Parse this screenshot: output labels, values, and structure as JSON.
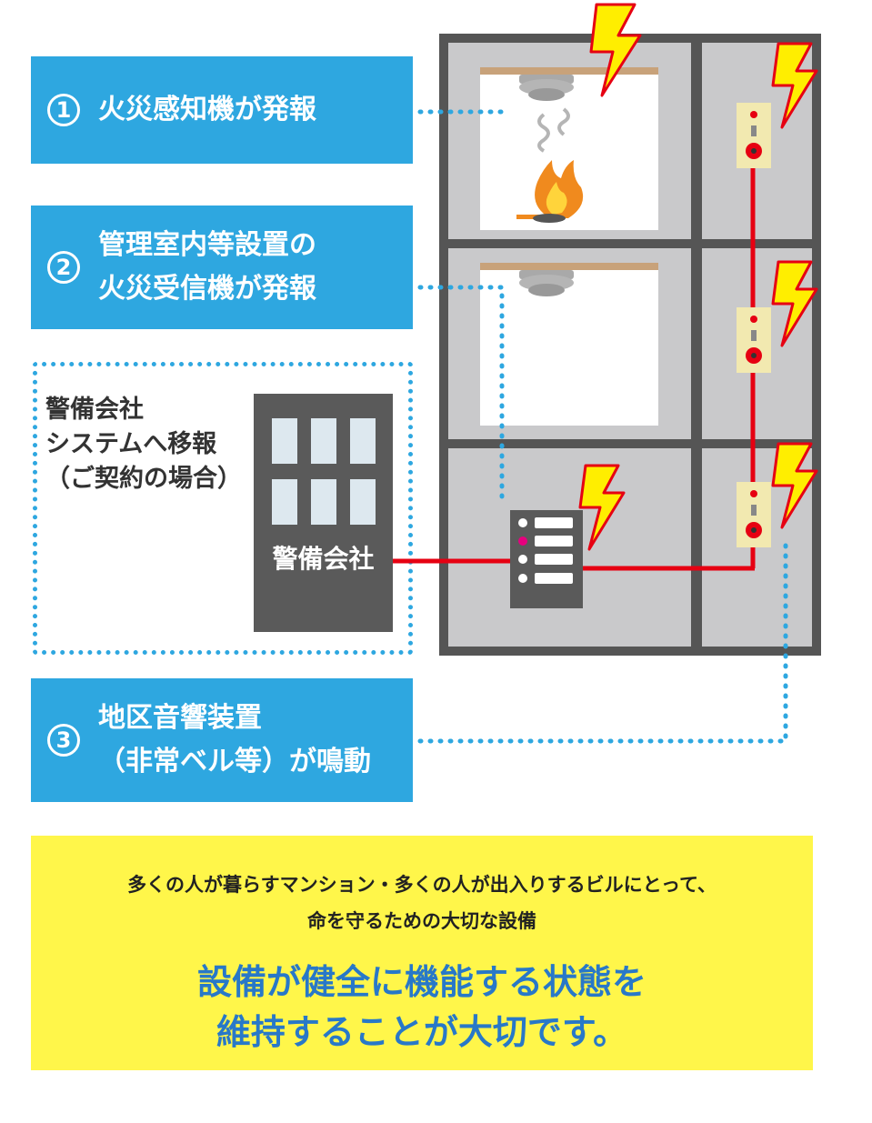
{
  "steps": [
    {
      "num": "1",
      "line1": "火災感知機が発報",
      "line2": ""
    },
    {
      "num": "2",
      "line1": "管理室内等設置の",
      "line2": "火災受信機が発報"
    },
    {
      "num": "3",
      "line1": "地区音響装置",
      "line2": "（非常ベル等）が鳴動"
    }
  ],
  "guard": {
    "note_line1": "警備会社",
    "note_line2": "システムへ移報",
    "note_line3": "（ご契約の場合）",
    "building_label": "警備会社"
  },
  "notice": {
    "line1": "多くの人が暮らすマンション・多くの人が出入りするビルにとって、",
    "line2": "命を守るための大切な設備",
    "emphasis1": "設備が健全に機能する状態を",
    "emphasis2": "維持することが大切です。"
  },
  "colors": {
    "step_bg": "#2ea7e0",
    "wiring": "#e60012",
    "notice_bg": "#fff64a",
    "emphasis_text": "#2878c8",
    "lightning": "#ffee00"
  },
  "icons": [
    "smoke-detector-icon",
    "fire-icon",
    "lightning-icon",
    "alarm-bell-icon",
    "receiver-panel-icon",
    "building-icon"
  ]
}
